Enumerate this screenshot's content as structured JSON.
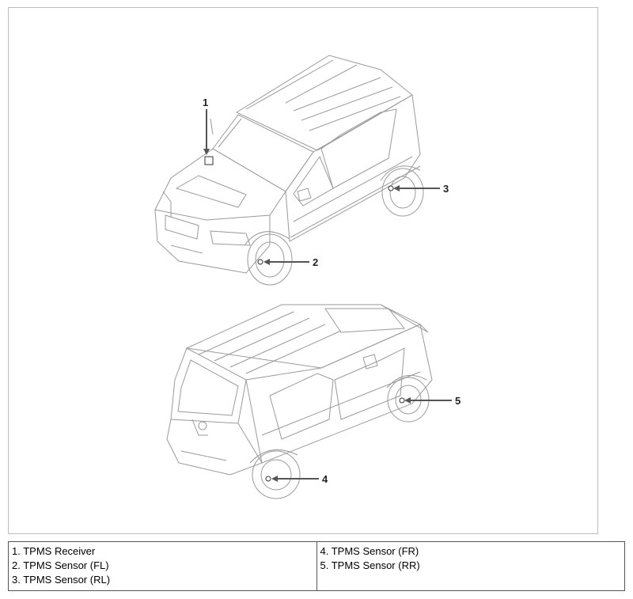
{
  "callouts": [
    "1",
    "2",
    "3",
    "4",
    "5"
  ],
  "legend": {
    "left": [
      "1. TPMS Receiver",
      "2. TPMS Sensor (FL)",
      "3. TPMS Sensor (RL)"
    ],
    "right": [
      "4. TPMS Sensor (FR)",
      "5. TPMS Sensor (RR)"
    ]
  }
}
